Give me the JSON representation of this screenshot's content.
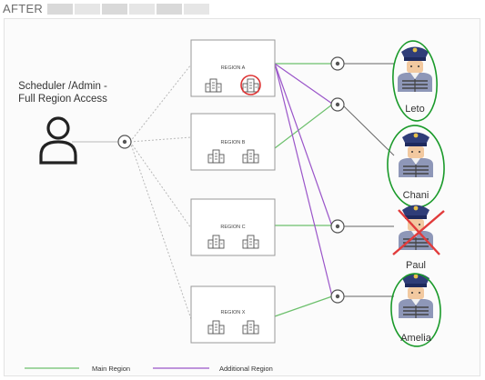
{
  "header": {
    "title": "AFTER"
  },
  "admin": {
    "label_line1": "Scheduler /Admin -",
    "label_line2": "Full Region Access"
  },
  "regions": [
    {
      "label": "REGION A"
    },
    {
      "label": "REGION B"
    },
    {
      "label": "REGION C"
    },
    {
      "label": "REGION X"
    }
  ],
  "users": [
    {
      "name": "Leto"
    },
    {
      "name": "Chani"
    },
    {
      "name": "Paul"
    },
    {
      "name": "Amelia"
    }
  ],
  "legend": {
    "main": {
      "label": "Main Region",
      "color": "#6cc06c"
    },
    "additional": {
      "label": "Additional Region",
      "color": "#9a55c9"
    }
  }
}
